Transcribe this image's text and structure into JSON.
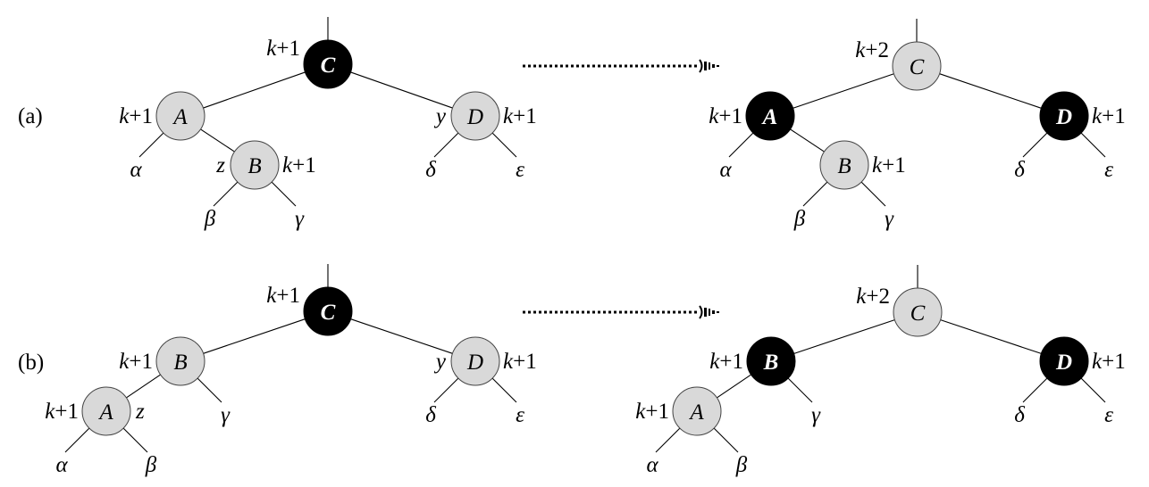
{
  "figure": {
    "panels": [
      {
        "case_label": "(a)",
        "before": {
          "nodes": [
            {
              "id": "C",
              "label": "C",
              "color": "black",
              "bh": "k+1",
              "bh_side": "left",
              "root": true
            },
            {
              "id": "A",
              "label": "A",
              "color": "red",
              "bh": "k+1",
              "bh_side": "left"
            },
            {
              "id": "B",
              "label": "B",
              "color": "red",
              "bh": "k+1",
              "bh_side": "right",
              "tag": "z"
            },
            {
              "id": "D",
              "label": "D",
              "color": "red",
              "bh": "k+1",
              "bh_side": "right",
              "tag": "y"
            }
          ],
          "edges": [
            [
              "C",
              "A"
            ],
            [
              "C",
              "D"
            ],
            [
              "A",
              "B"
            ]
          ],
          "subtrees": [
            {
              "parent": "A",
              "side": "left",
              "label": "α"
            },
            {
              "parent": "B",
              "side": "left",
              "label": "β"
            },
            {
              "parent": "B",
              "side": "right",
              "label": "γ"
            },
            {
              "parent": "D",
              "side": "left",
              "label": "δ"
            },
            {
              "parent": "D",
              "side": "right",
              "label": "ε"
            }
          ]
        },
        "after": {
          "nodes": [
            {
              "id": "C",
              "label": "C",
              "color": "red",
              "bh": "k+2",
              "bh_side": "left",
              "root": true
            },
            {
              "id": "A",
              "label": "A",
              "color": "black",
              "bh": "k+1",
              "bh_side": "left"
            },
            {
              "id": "B",
              "label": "B",
              "color": "red",
              "bh": "k+1",
              "bh_side": "right"
            },
            {
              "id": "D",
              "label": "D",
              "color": "black",
              "bh": "k+1",
              "bh_side": "right"
            }
          ],
          "edges": [
            [
              "C",
              "A"
            ],
            [
              "C",
              "D"
            ],
            [
              "A",
              "B"
            ]
          ],
          "subtrees": [
            {
              "parent": "A",
              "side": "left",
              "label": "α"
            },
            {
              "parent": "B",
              "side": "left",
              "label": "β"
            },
            {
              "parent": "B",
              "side": "right",
              "label": "γ"
            },
            {
              "parent": "D",
              "side": "left",
              "label": "δ"
            },
            {
              "parent": "D",
              "side": "right",
              "label": "ε"
            }
          ]
        }
      },
      {
        "case_label": "(b)",
        "before": {
          "nodes": [
            {
              "id": "C",
              "label": "C",
              "color": "black",
              "bh": "k+1",
              "bh_side": "left",
              "root": true
            },
            {
              "id": "B",
              "label": "B",
              "color": "red",
              "bh": "k+1",
              "bh_side": "left"
            },
            {
              "id": "A",
              "label": "A",
              "color": "red",
              "bh": "k+1",
              "bh_side": "left",
              "tag": "z"
            },
            {
              "id": "D",
              "label": "D",
              "color": "red",
              "bh": "k+1",
              "bh_side": "right",
              "tag": "y"
            }
          ],
          "edges": [
            [
              "C",
              "B"
            ],
            [
              "C",
              "D"
            ],
            [
              "B",
              "A"
            ]
          ],
          "subtrees": [
            {
              "parent": "A",
              "side": "left",
              "label": "α"
            },
            {
              "parent": "A",
              "side": "right",
              "label": "β"
            },
            {
              "parent": "B",
              "side": "right",
              "label": "γ"
            },
            {
              "parent": "D",
              "side": "left",
              "label": "δ"
            },
            {
              "parent": "D",
              "side": "right",
              "label": "ε"
            }
          ]
        },
        "after": {
          "nodes": [
            {
              "id": "C",
              "label": "C",
              "color": "red",
              "bh": "k+2",
              "bh_side": "left",
              "root": true
            },
            {
              "id": "B",
              "label": "B",
              "color": "black",
              "bh": "k+1",
              "bh_side": "left"
            },
            {
              "id": "A",
              "label": "A",
              "color": "red",
              "bh": "k+1",
              "bh_side": "left"
            },
            {
              "id": "D",
              "label": "D",
              "color": "black",
              "bh": "k+1",
              "bh_side": "right"
            }
          ],
          "edges": [
            [
              "C",
              "B"
            ],
            [
              "C",
              "D"
            ],
            [
              "B",
              "A"
            ]
          ],
          "subtrees": [
            {
              "parent": "A",
              "side": "left",
              "label": "α"
            },
            {
              "parent": "A",
              "side": "right",
              "label": "β"
            },
            {
              "parent": "B",
              "side": "right",
              "label": "γ"
            },
            {
              "parent": "D",
              "side": "left",
              "label": "δ"
            },
            {
              "parent": "D",
              "side": "right",
              "label": "ε"
            }
          ]
        }
      }
    ],
    "colors": {
      "red_node_fill": "#d9d9d9",
      "black_node_fill": "#000000",
      "line": "#000000"
    }
  }
}
